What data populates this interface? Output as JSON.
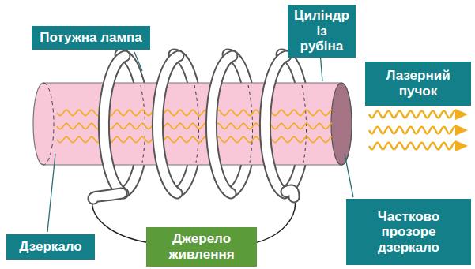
{
  "diagram": {
    "nodes": [
      {
        "text": [
          "Потужна лампа"
        ]
      },
      {
        "text": [
          "Циліндр із рубіна"
        ]
      },
      {
        "text": [
          "Лазерний пучок"
        ]
      },
      {
        "text": [
          "Частково прозоре дзеркало"
        ]
      },
      {
        "text": [
          "Джерело живлення"
        ]
      },
      {
        "text": [
          "Дзеркало"
        ]
      }
    ]
  }
}
